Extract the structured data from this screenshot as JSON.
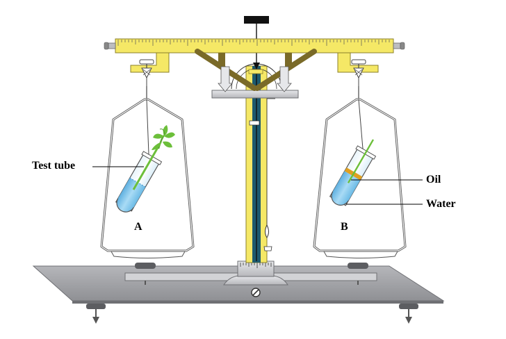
{
  "labels": {
    "test_tube": "Test tube",
    "oil": "Oil",
    "water": "Water",
    "pan_a": "A",
    "pan_b": "B"
  },
  "colors": {
    "beam": "#f5e866",
    "column": "#f5e866",
    "needle_bar": "#1d5a6e",
    "base": "#a8a9ad",
    "arms": "#7a6a28",
    "water": "#8ec9ec",
    "oil": "#e0a020",
    "leaves": "#6cbf3a"
  },
  "icons": {
    "plant": "plant-seedling-icon",
    "adjust_screw": "adjust-knob-icon"
  }
}
